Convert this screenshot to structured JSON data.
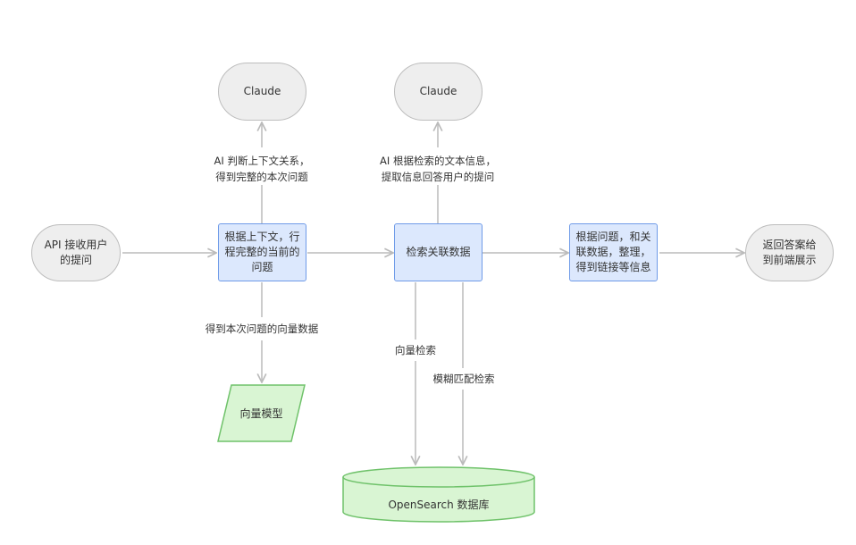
{
  "nodes": {
    "claude_left": "Claude",
    "claude_right": "Claude",
    "api_receive": "API 接收用户的提问",
    "context_complete": "根据上下文，行程完整的当前的问题",
    "search_related": "检索关联数据",
    "organize_links": "根据问题，和关联数据，整理，得到链接等信息",
    "return_answer": "返回答案给到前端展示",
    "vector_model": "向量模型",
    "opensearch_db": "OpenSearch 数据库"
  },
  "edges": {
    "to_claude_left": [
      "AI 判断上下文关系，",
      "得到完整的本次问题"
    ],
    "to_claude_right": [
      "AI 根据检索的文本信息，",
      "提取信息回答用户的提问"
    ],
    "to_vector_model": "得到本次问题的向量数据",
    "vector_search": "向量检索",
    "fuzzy_search": "模糊匹配检索"
  },
  "colors": {
    "terminal_fill": "#eeeeee",
    "terminal_border": "#bdbdbd",
    "process_fill": "#dce8fd",
    "process_border": "#6f9be8",
    "data_fill": "#d9f5d3",
    "data_border": "#6fc26a",
    "arrow": "#bbbbbb"
  }
}
